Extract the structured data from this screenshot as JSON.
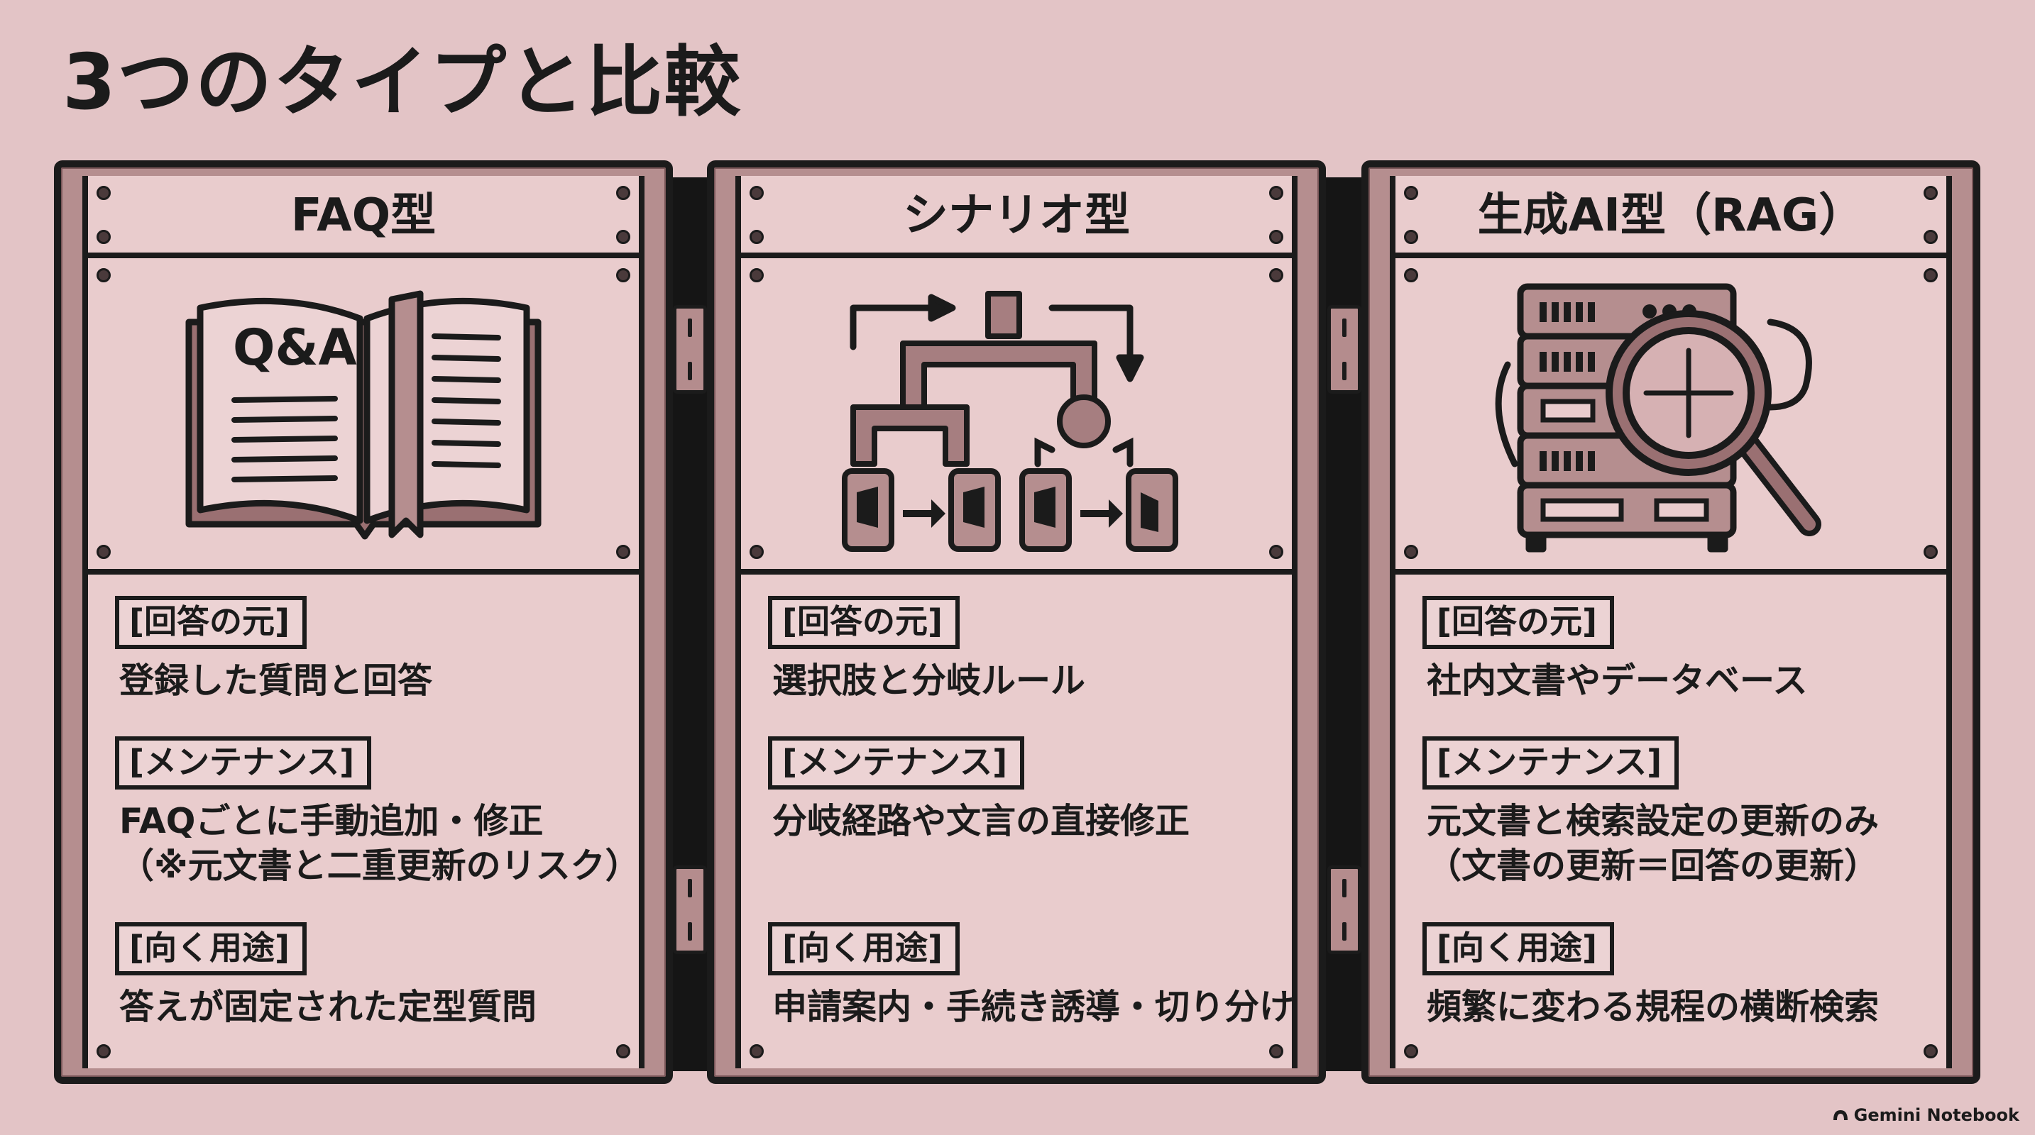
{
  "title": "3つのタイプと比較",
  "watermark": "Gemini Notebook",
  "panels": [
    {
      "title": "FAQ型",
      "icon": "open-book-qa-icon",
      "icon_text": "Q&A",
      "sections": [
        {
          "tag": "[回答の元]",
          "lines": [
            "登録した質問と回答"
          ]
        },
        {
          "tag": "[メンテナンス]",
          "lines": [
            "FAQごとに手動追加・修正",
            "（※元文書と二重更新のリスク）"
          ]
        },
        {
          "tag": "[向く用途]",
          "lines": [
            "答えが固定された定型質問"
          ]
        }
      ]
    },
    {
      "title": "シナリオ型",
      "icon": "branching-pipes-switches-icon",
      "sections": [
        {
          "tag": "[回答の元]",
          "lines": [
            "選択肢と分岐ルール"
          ]
        },
        {
          "tag": "[メンテナンス]",
          "lines": [
            "分岐経路や文言の直接修正"
          ]
        },
        {
          "tag": "[向く用途]",
          "lines": [
            "申請案内・手続き誘導・切り分け"
          ]
        }
      ]
    },
    {
      "title": "生成AI型（RAG）",
      "icon": "server-magnifier-icon",
      "sections": [
        {
          "tag": "[回答の元]",
          "lines": [
            "社内文書やデータベース"
          ]
        },
        {
          "tag": "[メンテナンス]",
          "lines": [
            "元文書と検索設定の更新のみ",
            "（文書の更新＝回答の更新）"
          ]
        },
        {
          "tag": "[向く用途]",
          "lines": [
            "頻繁に変わる規程の横断検索"
          ]
        }
      ]
    }
  ]
}
